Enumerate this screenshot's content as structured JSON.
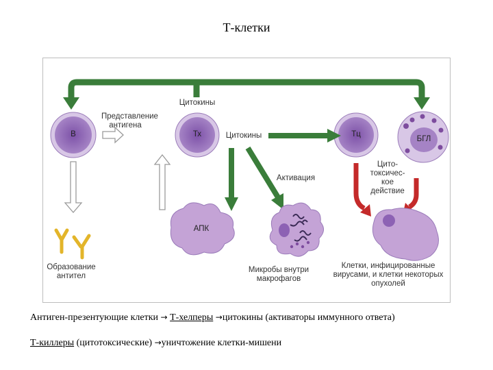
{
  "title": "Т-клетки",
  "diagram": {
    "cells": {
      "b": "В",
      "th": "Тх",
      "tc": "Тц",
      "ngl": "БГЛ",
      "apk": "АПК"
    },
    "labels": {
      "cytokines_top": "Цитокины",
      "antigen_presentation": "Представление антигена",
      "cytokines_mid": "Цитокины",
      "activation": "Активация",
      "cytotoxic_action": "Цито-токсичес-кое действие",
      "antibody_formation": "Образование антител",
      "microbes": "Микробы внутри макрофагов",
      "infected_cells": "Клетки, инфицированные вирусами, и клетки некоторых опухолей"
    },
    "colors": {
      "green_arrow": "#3a7d3a",
      "red_arrow": "#c42a2a",
      "cell_fill": "#c4a3d6",
      "nucleus_fill": "#8d62b4",
      "antibody": "#e3b52a"
    }
  },
  "caption": {
    "line1_part1": "Антиген-презентующие клетки",
    "line1_arrow1": "→",
    "line1_part2": "Т-хелперы",
    "line1_arrow2": "→",
    "line1_part3": "цитокины (активаторы иммунного ответа)",
    "line2_part1": "Т-киллеры",
    "line2_part2": " (цитотоксические)",
    "line2_arrow": "→",
    "line2_part3": "уничтожение клетки-мишени"
  }
}
